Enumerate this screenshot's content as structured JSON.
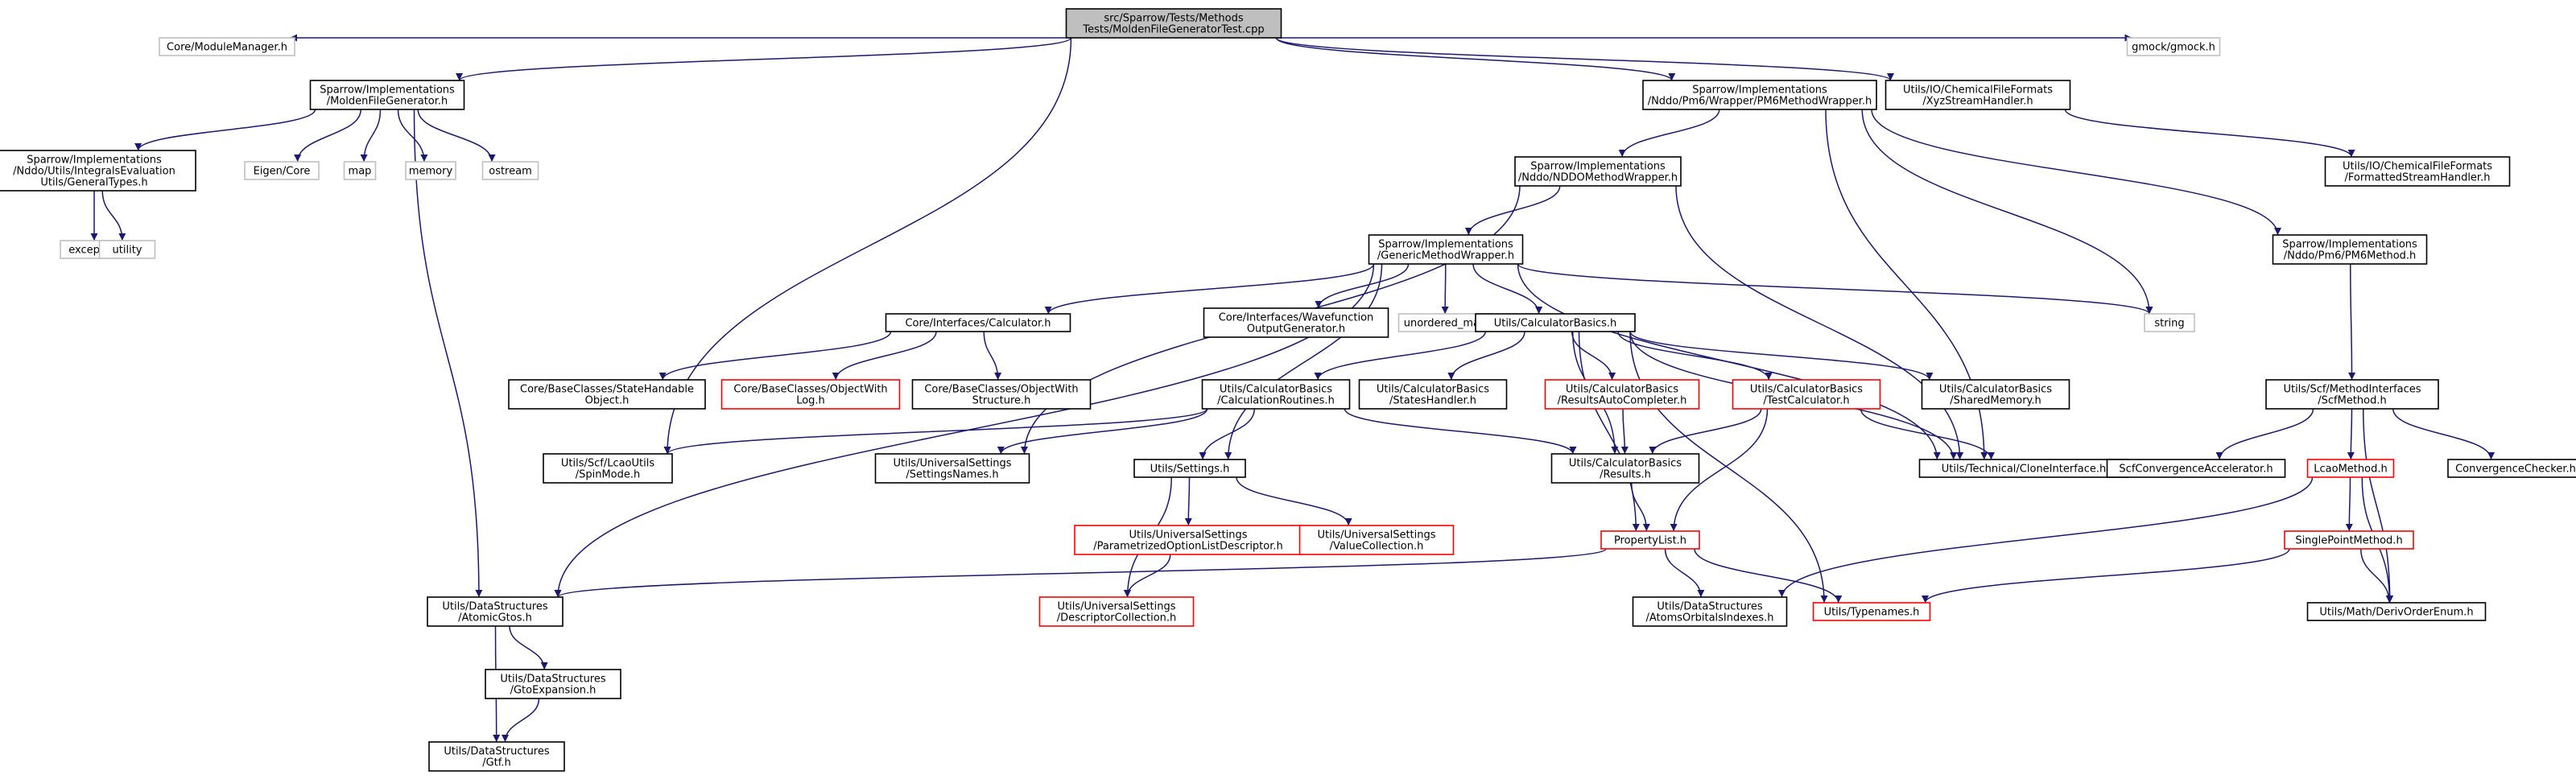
{
  "colors": {
    "edge": "#191970",
    "root_fill": "#bfbfbf",
    "normal_border": "#000000",
    "red_border": "#ff0000",
    "grey_border": "#bfbfbf",
    "grey_text": "#404040"
  },
  "nodes": [
    {
      "id": "root",
      "kind": "root",
      "lines": [
        "src/Sparrow/Tests/Methods",
        "Tests/MoldenFileGeneratorTest.cpp"
      ]
    },
    {
      "id": "module_manager",
      "kind": "grey",
      "lines": [
        "Core/ModuleManager.h"
      ]
    },
    {
      "id": "molden_gen",
      "kind": "normal",
      "lines": [
        "Sparrow/Implementations",
        "/MoldenFileGenerator.h"
      ]
    },
    {
      "id": "pm6_wrapper",
      "kind": "normal",
      "lines": [
        "Sparrow/Implementations",
        "/Nddo/Pm6/Wrapper/PM6MethodWrapper.h"
      ]
    },
    {
      "id": "xyz_stream",
      "kind": "normal",
      "lines": [
        "Utils/IO/ChemicalFileFormats",
        "/XyzStreamHandler.h"
      ]
    },
    {
      "id": "gmock",
      "kind": "grey",
      "lines": [
        "gmock/gmock.h"
      ]
    },
    {
      "id": "integrals_types",
      "kind": "normal",
      "lines": [
        "Sparrow/Implementations",
        "/Nddo/Utils/IntegralsEvaluation",
        "Utils/GeneralTypes.h"
      ]
    },
    {
      "id": "eigen_core",
      "kind": "grey",
      "lines": [
        "Eigen/Core"
      ]
    },
    {
      "id": "map",
      "kind": "grey",
      "lines": [
        "map"
      ]
    },
    {
      "id": "memory",
      "kind": "grey",
      "lines": [
        "memory"
      ]
    },
    {
      "id": "ostream",
      "kind": "grey",
      "lines": [
        "ostream"
      ]
    },
    {
      "id": "exception",
      "kind": "grey",
      "lines": [
        "exception"
      ]
    },
    {
      "id": "utility",
      "kind": "grey",
      "lines": [
        "utility"
      ]
    },
    {
      "id": "nddo_wrapper",
      "kind": "normal",
      "lines": [
        "Sparrow/Implementations",
        "/Nddo/NDDOMethodWrapper.h"
      ]
    },
    {
      "id": "formatted_stream",
      "kind": "normal",
      "lines": [
        "Utils/IO/ChemicalFileFormats",
        "/FormattedStreamHandler.h"
      ]
    },
    {
      "id": "pm6_method",
      "kind": "normal",
      "lines": [
        "Sparrow/Implementations",
        "/Nddo/Pm6/PM6Method.h"
      ]
    },
    {
      "id": "generic_wrapper",
      "kind": "normal",
      "lines": [
        "Sparrow/Implementations",
        "/GenericMethodWrapper.h"
      ]
    },
    {
      "id": "string",
      "kind": "grey",
      "lines": [
        "string"
      ]
    },
    {
      "id": "core_calculator",
      "kind": "normal",
      "lines": [
        "Core/Interfaces/Calculator.h"
      ]
    },
    {
      "id": "wavefunction",
      "kind": "normal",
      "lines": [
        "Core/Interfaces/Wavefunction",
        "OutputGenerator.h"
      ]
    },
    {
      "id": "unordered_map",
      "kind": "grey",
      "lines": [
        "unordered_map"
      ]
    },
    {
      "id": "calc_basics",
      "kind": "normal",
      "lines": [
        "Utils/CalculatorBasics.h"
      ]
    },
    {
      "id": "state_handable",
      "kind": "normal",
      "lines": [
        "Core/BaseClasses/StateHandable",
        "Object.h"
      ]
    },
    {
      "id": "object_with_log",
      "kind": "red",
      "lines": [
        "Core/BaseClasses/ObjectWith",
        "Log.h"
      ]
    },
    {
      "id": "object_with_structure",
      "kind": "normal",
      "lines": [
        "Core/BaseClasses/ObjectWith",
        "Structure.h"
      ]
    },
    {
      "id": "calc_routines",
      "kind": "normal",
      "lines": [
        "Utils/CalculatorBasics",
        "/CalculationRoutines.h"
      ]
    },
    {
      "id": "states_handler",
      "kind": "normal",
      "lines": [
        "Utils/CalculatorBasics",
        "/StatesHandler.h"
      ]
    },
    {
      "id": "results_auto",
      "kind": "red",
      "lines": [
        "Utils/CalculatorBasics",
        "/ResultsAutoCompleter.h"
      ]
    },
    {
      "id": "test_calculator",
      "kind": "red",
      "lines": [
        "Utils/CalculatorBasics",
        "/TestCalculator.h"
      ]
    },
    {
      "id": "shared_memory",
      "kind": "normal",
      "lines": [
        "Utils/CalculatorBasics",
        "/SharedMemory.h"
      ]
    },
    {
      "id": "scf_method",
      "kind": "normal",
      "lines": [
        "Utils/Scf/MethodInterfaces",
        "/ScfMethod.h"
      ]
    },
    {
      "id": "spin_mode",
      "kind": "normal",
      "lines": [
        "Utils/Scf/LcaoUtils",
        "/SpinMode.h"
      ]
    },
    {
      "id": "settings_names",
      "kind": "normal",
      "lines": [
        "Utils/UniversalSettings",
        "/SettingsNames.h"
      ]
    },
    {
      "id": "settings",
      "kind": "normal",
      "lines": [
        "Utils/Settings.h"
      ]
    },
    {
      "id": "results",
      "kind": "normal",
      "lines": [
        "Utils/CalculatorBasics",
        "/Results.h"
      ]
    },
    {
      "id": "clone_interface",
      "kind": "normal",
      "lines": [
        "Utils/Technical/CloneInterface.h"
      ]
    },
    {
      "id": "scf_conv_acc",
      "kind": "normal",
      "lines": [
        "ScfConvergenceAccelerator.h"
      ]
    },
    {
      "id": "lcao_method",
      "kind": "red",
      "lines": [
        "LcaoMethod.h"
      ]
    },
    {
      "id": "convergence_checker",
      "kind": "normal",
      "lines": [
        "ConvergenceChecker.h"
      ]
    },
    {
      "id": "param_option",
      "kind": "red",
      "lines": [
        "Utils/UniversalSettings",
        "/ParametrizedOptionListDescriptor.h"
      ]
    },
    {
      "id": "value_collection",
      "kind": "red",
      "lines": [
        "Utils/UniversalSettings",
        "/ValueCollection.h"
      ]
    },
    {
      "id": "property_list",
      "kind": "red",
      "lines": [
        "PropertyList.h"
      ]
    },
    {
      "id": "single_point",
      "kind": "red",
      "lines": [
        "SinglePointMethod.h"
      ]
    },
    {
      "id": "atomic_gtos",
      "kind": "normal",
      "lines": [
        "Utils/DataStructures",
        "/AtomicGtos.h"
      ]
    },
    {
      "id": "descriptor_collection",
      "kind": "red",
      "lines": [
        "Utils/UniversalSettings",
        "/DescriptorCollection.h"
      ]
    },
    {
      "id": "atoms_orbitals",
      "kind": "normal",
      "lines": [
        "Utils/DataStructures",
        "/AtomsOrbitalsIndexes.h"
      ]
    },
    {
      "id": "typenames",
      "kind": "red",
      "lines": [
        "Utils/Typenames.h"
      ]
    },
    {
      "id": "deriv_order",
      "kind": "normal",
      "lines": [
        "Utils/Math/DerivOrderEnum.h"
      ]
    },
    {
      "id": "gto_expansion",
      "kind": "normal",
      "lines": [
        "Utils/DataStructures",
        "/GtoExpansion.h"
      ]
    },
    {
      "id": "gtf",
      "kind": "normal",
      "lines": [
        "Utils/DataStructures",
        "/Gtf.h"
      ]
    }
  ],
  "edges": [
    [
      "root",
      "module_manager"
    ],
    [
      "root",
      "molden_gen"
    ],
    [
      "root",
      "pm6_wrapper"
    ],
    [
      "root",
      "xyz_stream"
    ],
    [
      "root",
      "gmock"
    ],
    [
      "root",
      "spin_mode"
    ],
    [
      "molden_gen",
      "integrals_types"
    ],
    [
      "molden_gen",
      "eigen_core"
    ],
    [
      "molden_gen",
      "map"
    ],
    [
      "molden_gen",
      "memory"
    ],
    [
      "molden_gen",
      "ostream"
    ],
    [
      "molden_gen",
      "atomic_gtos"
    ],
    [
      "integrals_types",
      "exception"
    ],
    [
      "integrals_types",
      "utility"
    ],
    [
      "pm6_wrapper",
      "nddo_wrapper"
    ],
    [
      "pm6_wrapper",
      "string"
    ],
    [
      "pm6_wrapper",
      "clone_interface"
    ],
    [
      "pm6_wrapper",
      "pm6_method"
    ],
    [
      "xyz_stream",
      "formatted_stream"
    ],
    [
      "nddo_wrapper",
      "generic_wrapper"
    ],
    [
      "nddo_wrapper",
      "settings_names"
    ],
    [
      "nddo_wrapper",
      "clone_interface"
    ],
    [
      "pm6_method",
      "scf_method"
    ],
    [
      "generic_wrapper",
      "core_calculator"
    ],
    [
      "generic_wrapper",
      "wavefunction"
    ],
    [
      "generic_wrapper",
      "unordered_map"
    ],
    [
      "generic_wrapper",
      "calc_basics"
    ],
    [
      "generic_wrapper",
      "string"
    ],
    [
      "generic_wrapper",
      "settings"
    ],
    [
      "generic_wrapper",
      "atomic_gtos"
    ],
    [
      "generic_wrapper",
      "clone_interface"
    ],
    [
      "core_calculator",
      "state_handable"
    ],
    [
      "core_calculator",
      "object_with_log"
    ],
    [
      "core_calculator",
      "object_with_structure"
    ],
    [
      "calc_basics",
      "calc_routines"
    ],
    [
      "calc_basics",
      "states_handler"
    ],
    [
      "calc_basics",
      "results_auto"
    ],
    [
      "calc_basics",
      "test_calculator"
    ],
    [
      "calc_basics",
      "shared_memory"
    ],
    [
      "calc_basics",
      "results"
    ],
    [
      "calc_basics",
      "property_list"
    ],
    [
      "calc_basics",
      "typenames"
    ],
    [
      "calc_basics",
      "clone_interface"
    ],
    [
      "calc_routines",
      "spin_mode"
    ],
    [
      "calc_routines",
      "settings_names"
    ],
    [
      "calc_routines",
      "settings"
    ],
    [
      "calc_routines",
      "results"
    ],
    [
      "results_auto",
      "results"
    ],
    [
      "test_calculator",
      "results"
    ],
    [
      "test_calculator",
      "property_list"
    ],
    [
      "test_calculator",
      "clone_interface"
    ],
    [
      "settings",
      "param_option"
    ],
    [
      "settings",
      "value_collection"
    ],
    [
      "settings",
      "descriptor_collection"
    ],
    [
      "param_option",
      "descriptor_collection"
    ],
    [
      "results",
      "property_list"
    ],
    [
      "property_list",
      "atomic_gtos"
    ],
    [
      "property_list",
      "atoms_orbitals"
    ],
    [
      "property_list",
      "typenames"
    ],
    [
      "scf_method",
      "scf_conv_acc"
    ],
    [
      "scf_method",
      "lcao_method"
    ],
    [
      "scf_method",
      "convergence_checker"
    ],
    [
      "scf_method",
      "deriv_order"
    ],
    [
      "lcao_method",
      "single_point"
    ],
    [
      "lcao_method",
      "atoms_orbitals"
    ],
    [
      "lcao_method",
      "deriv_order"
    ],
    [
      "single_point",
      "typenames"
    ],
    [
      "single_point",
      "deriv_order"
    ],
    [
      "atomic_gtos",
      "gto_expansion"
    ],
    [
      "atomic_gtos",
      "gtf"
    ],
    [
      "gto_expansion",
      "gtf"
    ]
  ]
}
